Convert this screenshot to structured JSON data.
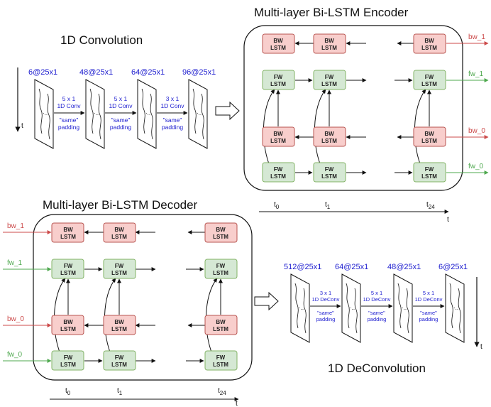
{
  "titles": {
    "conv": "1D Convolution",
    "encoder": "Multi-layer Bi-LSTM Encoder",
    "decoder": "Multi-layer Bi-LSTM Decoder",
    "deconv": "1D DeConvolution"
  },
  "conv": {
    "shapes": [
      "6@25x1",
      "48@25x1",
      "64@25x1",
      "96@25x1"
    ],
    "ops": [
      {
        "kernel": "5 x 1",
        "type": "1D Conv",
        "pad1": "\"same\"",
        "pad2": "padding"
      },
      {
        "kernel": "5 x 1",
        "type": "1D Conv",
        "pad1": "\"same\"",
        "pad2": "padding"
      },
      {
        "kernel": "3 x 1",
        "type": "1D Conv",
        "pad1": "\"same\"",
        "pad2": "padding"
      }
    ],
    "t_label": "t"
  },
  "deconv": {
    "shapes": [
      "512@25x1",
      "64@25x1",
      "48@25x1",
      "6@25x1"
    ],
    "ops": [
      {
        "kernel": "3 x 1",
        "type": "1D DeConv",
        "pad1": "\"same\"",
        "pad2": "padding"
      },
      {
        "kernel": "5 x 1",
        "type": "1D DeConv",
        "pad1": "\"same\"",
        "pad2": "padding"
      },
      {
        "kernel": "5 x 1",
        "type": "1D DeConv",
        "pad1": "\"same\"",
        "pad2": "padding"
      }
    ],
    "t_label": "t"
  },
  "lstm": {
    "bw": [
      "BW",
      "LSTM"
    ],
    "fw": [
      "FW",
      "LSTM"
    ],
    "time": {
      "t0": [
        "t",
        "0"
      ],
      "t1": [
        "t",
        "1"
      ],
      "t24": [
        "t",
        "24"
      ],
      "axis": "t"
    },
    "states": {
      "bw1": "bw_1",
      "fw1": "fw_1",
      "bw0": "bw_0",
      "fw0": "fw_0"
    }
  },
  "colors": {
    "bw_fill": "#f8cecc",
    "bw_stroke": "#b85450",
    "fw_fill": "#d5e8d4",
    "fw_stroke": "#82b366",
    "shape_text": "#1c1ccf",
    "bw_arrow": "#cc4a4a",
    "fw_arrow": "#4ea84e"
  }
}
